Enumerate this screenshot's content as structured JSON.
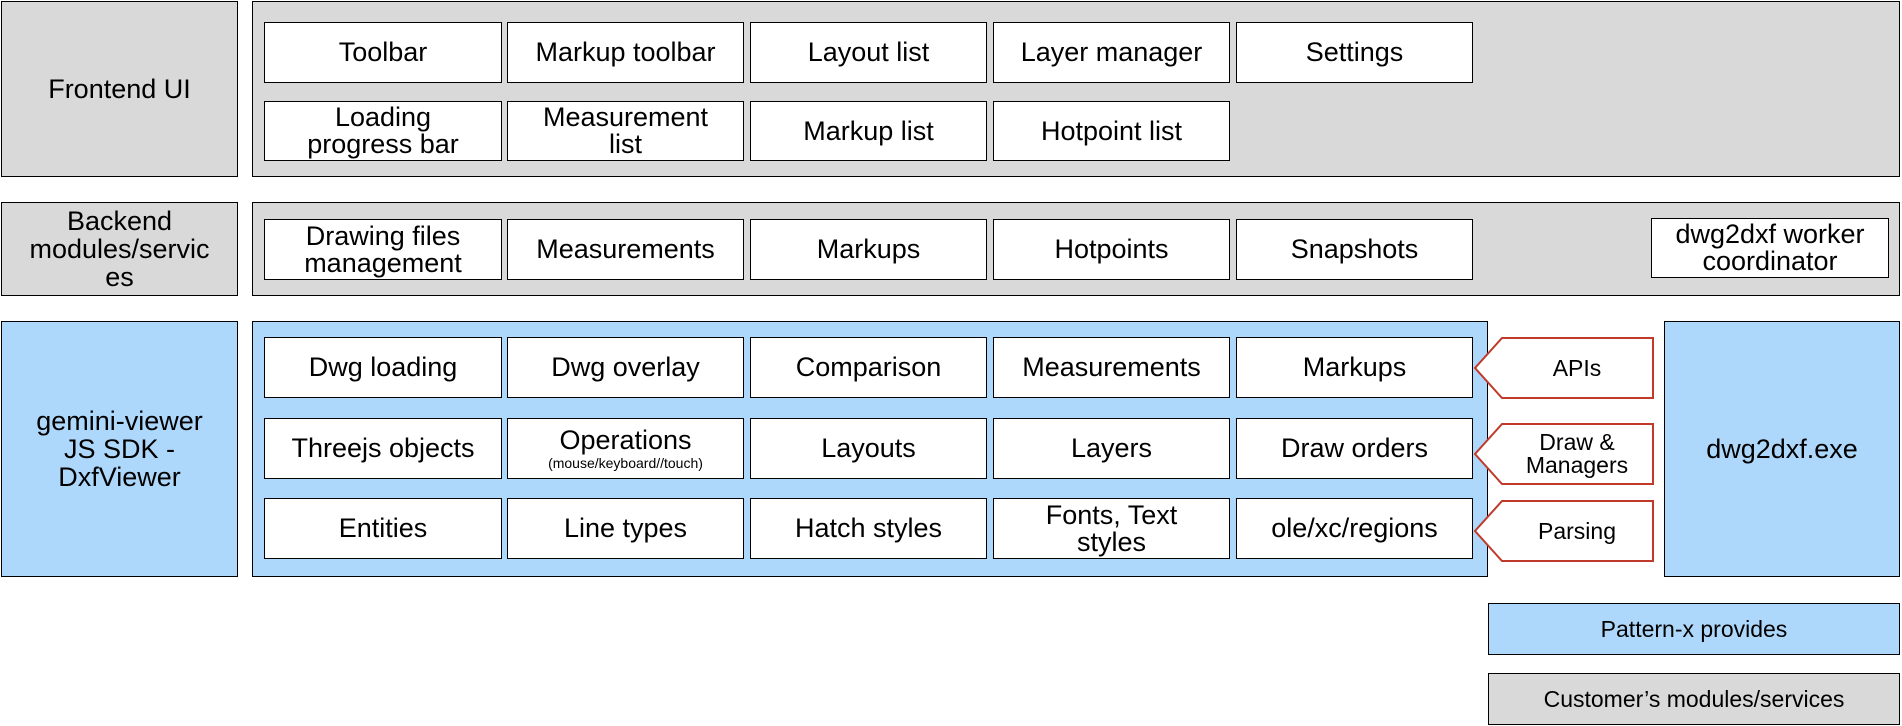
{
  "layers": {
    "frontend": {
      "label": "Frontend UI",
      "rows": [
        [
          "Toolbar",
          "Markup toolbar",
          "Layout list",
          "Layer manager",
          "Settings"
        ],
        [
          "Loading\nprogress bar",
          "Measurement\nlist",
          "Markup list",
          "Hotpoint list"
        ]
      ]
    },
    "backend": {
      "label": "Backend\nmodules/servic\nes",
      "row": [
        "Drawing files\nmanagement",
        "Measurements",
        "Markups",
        "Hotpoints",
        "Snapshots"
      ],
      "worker": "dwg2dxf worker\ncoordinator"
    },
    "sdk": {
      "label": "gemini-viewer\nJS SDK -\nDxfViewer",
      "rows": [
        [
          {
            "t": "Dwg loading"
          },
          {
            "t": "Dwg overlay"
          },
          {
            "t": "Comparison"
          },
          {
            "t": "Measurements"
          },
          {
            "t": "Markups"
          }
        ],
        [
          {
            "t": "Threejs objects"
          },
          {
            "t": "Operations",
            "sub": "(mouse/keyboard//touch)"
          },
          {
            "t": "Layouts"
          },
          {
            "t": "Layers"
          },
          {
            "t": "Draw orders"
          }
        ],
        [
          {
            "t": "Entities"
          },
          {
            "t": "Line types"
          },
          {
            "t": "Hatch styles"
          },
          {
            "t": "Fonts, Text\nstyles"
          },
          {
            "t": "ole/xc/regions"
          }
        ]
      ]
    },
    "arrows": [
      "APIs",
      "Draw &\nManagers",
      "Parsing"
    ],
    "exe": "dwg2dxf.exe"
  },
  "legend": {
    "provided": "Pattern-x provides",
    "customer": "Customer’s modules/services"
  },
  "colors": {
    "gray": "#d9d9d9",
    "blue": "#aed8fb",
    "arrow_border": "#c0392b"
  }
}
